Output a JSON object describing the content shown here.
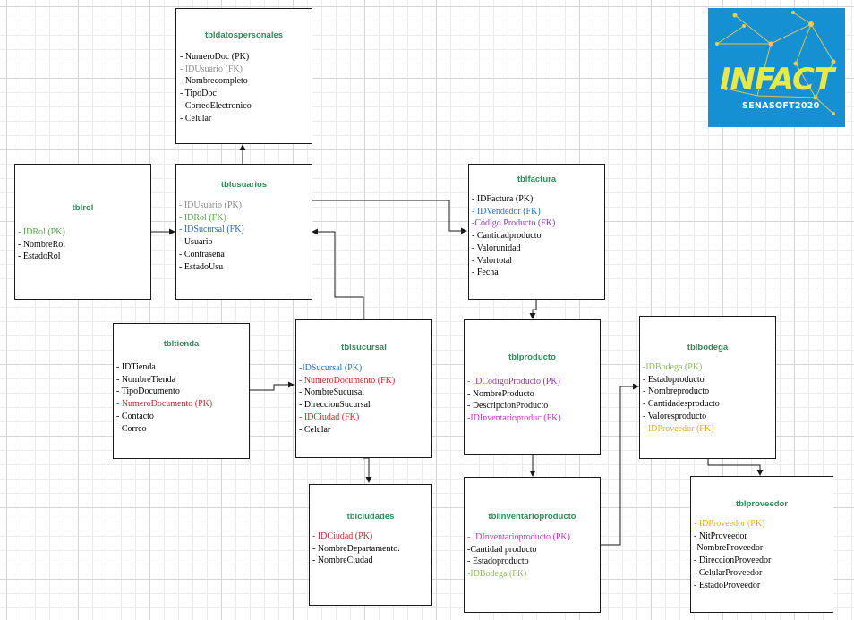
{
  "diagram": {
    "logo": {
      "name": "INFACT",
      "subtitle": "SENASOFT2020"
    },
    "tables": {
      "datospersonales": {
        "title": "tbldatospersonales",
        "fields": [
          {
            "text": "- NumeroDoc (PK)",
            "color": "#000000"
          },
          {
            "text": "- IDUsuario (FK)",
            "color": "#8c8c8c"
          },
          {
            "text": "- Nombrecompleto",
            "color": "#000000"
          },
          {
            "text": "- TipoDoc",
            "color": "#000000"
          },
          {
            "text": "- CorreoElectronico",
            "color": "#000000"
          },
          {
            "text": "- Celular",
            "color": "#000000"
          }
        ]
      },
      "rol": {
        "title": "tblrol",
        "fields": [
          {
            "text": "- IDRol (PK)",
            "color": "#56a24a"
          },
          {
            "text": "- NombreRol",
            "color": "#000000"
          },
          {
            "text": "- EstadoRol",
            "color": "#000000"
          }
        ]
      },
      "usuarios": {
        "title": "tblusuarios",
        "fields": [
          {
            "text": "- IDUsuario (PK)",
            "color": "#8c8c8c"
          },
          {
            "text": "- IDRol (FK)",
            "color": "#56a24a"
          },
          {
            "text": "- IDSucursal (FK)",
            "color": "#2a6fb8"
          },
          {
            "text": "- Usuario",
            "color": "#000000"
          },
          {
            "text": "- Contraseña",
            "color": "#000000"
          },
          {
            "text": "- EstadoUsu",
            "color": "#000000"
          }
        ]
      },
      "factura": {
        "title": "tblfactura",
        "fields": [
          {
            "text": "- IDFactura (PK)",
            "color": "#000000"
          },
          {
            "text": "-  IDVendedor (FK)",
            "color": "#2a6fb8"
          },
          {
            "text": "-Código Producto (FK)",
            "color": "#8a36b5"
          },
          {
            "text": "- Cantidadproducto",
            "color": "#000000"
          },
          {
            "text": "- Valorunidad",
            "color": "#000000"
          },
          {
            "text": "- Valortotal",
            "color": "#000000"
          },
          {
            "text": "- Fecha",
            "color": "#000000"
          }
        ]
      },
      "tienda": {
        "title": "tbltienda",
        "fields": [
          {
            "text": "- IDTienda",
            "color": "#000000"
          },
          {
            "text": "- NombreTienda",
            "color": "#000000"
          },
          {
            "text": "- TipoDocumento",
            "color": "#000000"
          },
          {
            "text": "- NumeroDocumento (PK)",
            "color": "#c0282a"
          },
          {
            "text": "- Contacto",
            "color": "#000000"
          },
          {
            "text": "- Correo",
            "color": "#000000"
          }
        ]
      },
      "sucursal": {
        "title": "tblsucursal",
        "fields": [
          {
            "text": "-IDSucursal (PK)",
            "color": "#2a6fb8"
          },
          {
            "text": "- NumeroDocumento (FK)",
            "color": "#c0282a"
          },
          {
            "text": "- NombreSucursal",
            "color": "#000000"
          },
          {
            "text": "- DireccionSucursal",
            "color": "#000000"
          },
          {
            "text": "- IDCiudad (FK)",
            "color": "#c0282a"
          },
          {
            "text": "- Celular",
            "color": "#000000"
          }
        ]
      },
      "producto": {
        "title": "tblproducto",
        "fields": [
          {
            "text": "- IDCodigoProducto (PK)",
            "color": "#8a36b5"
          },
          {
            "text": "- NombreProducto",
            "color": "#000000"
          },
          {
            "text": "- DescripcionProducto",
            "color": "#000000"
          },
          {
            "text": "-IDInventarioproduc (FK)",
            "color": "#d42cc8"
          }
        ]
      },
      "bodega": {
        "title": "tblbodega",
        "fields": [
          {
            "text": "-IDBodega (PK)",
            "color": "#8cc04a"
          },
          {
            "text": "- Estadoproducto",
            "color": "#000000"
          },
          {
            "text": "- Nombreproducto",
            "color": "#000000"
          },
          {
            "text": "- Cantidadesproducto",
            "color": "#000000"
          },
          {
            "text": "- Valoresproducto",
            "color": "#000000"
          },
          {
            "text": "- IDProveedor (FK)",
            "color": "#f0a818"
          }
        ]
      },
      "ciudades": {
        "title": "tblciudades",
        "fields": [
          {
            "text": "- IDCiudad (PK)",
            "color": "#c0282a"
          },
          {
            "text": "- NombreDepartamento.",
            "color": "#000000"
          },
          {
            "text": "- NombreCiudad",
            "color": "#000000"
          }
        ]
      },
      "inventarioproducto": {
        "title": "tblinventarioproducto",
        "fields": [
          {
            "text": "-  IDInventarioproducto (PK)",
            "color": "#d42cc8"
          },
          {
            "text": "-Cantidad producto",
            "color": "#000000"
          },
          {
            "text": "- Estadoproducto",
            "color": "#000000"
          },
          {
            "text": "-IDBodega (FK)",
            "color": "#8cc04a"
          }
        ]
      },
      "proveedor": {
        "title": "tblproveedor",
        "fields": [
          {
            "text": "-  IDProveedor (PK)",
            "color": "#f0a818"
          },
          {
            "text": "- NitProveedor",
            "color": "#000000"
          },
          {
            "text": "-NombreProveedor",
            "color": "#000000"
          },
          {
            "text": "- DireccionProveedor",
            "color": "#000000"
          },
          {
            "text": "- CelularProveedor",
            "color": "#000000"
          },
          {
            "text": "- EstadoProveedor",
            "color": "#000000"
          }
        ]
      }
    },
    "relations": [
      {
        "from": "usuarios",
        "to": "datospersonales"
      },
      {
        "from": "rol",
        "to": "usuarios"
      },
      {
        "from": "usuarios",
        "to": "factura"
      },
      {
        "from": "sucursal",
        "to": "usuarios"
      },
      {
        "from": "tienda",
        "to": "sucursal"
      },
      {
        "from": "sucursal",
        "to": "ciudades"
      },
      {
        "from": "factura",
        "to": "producto"
      },
      {
        "from": "producto",
        "to": "inventarioproducto"
      },
      {
        "from": "inventarioproducto",
        "to": "bodega"
      },
      {
        "from": "bodega",
        "to": "proveedor"
      }
    ]
  }
}
